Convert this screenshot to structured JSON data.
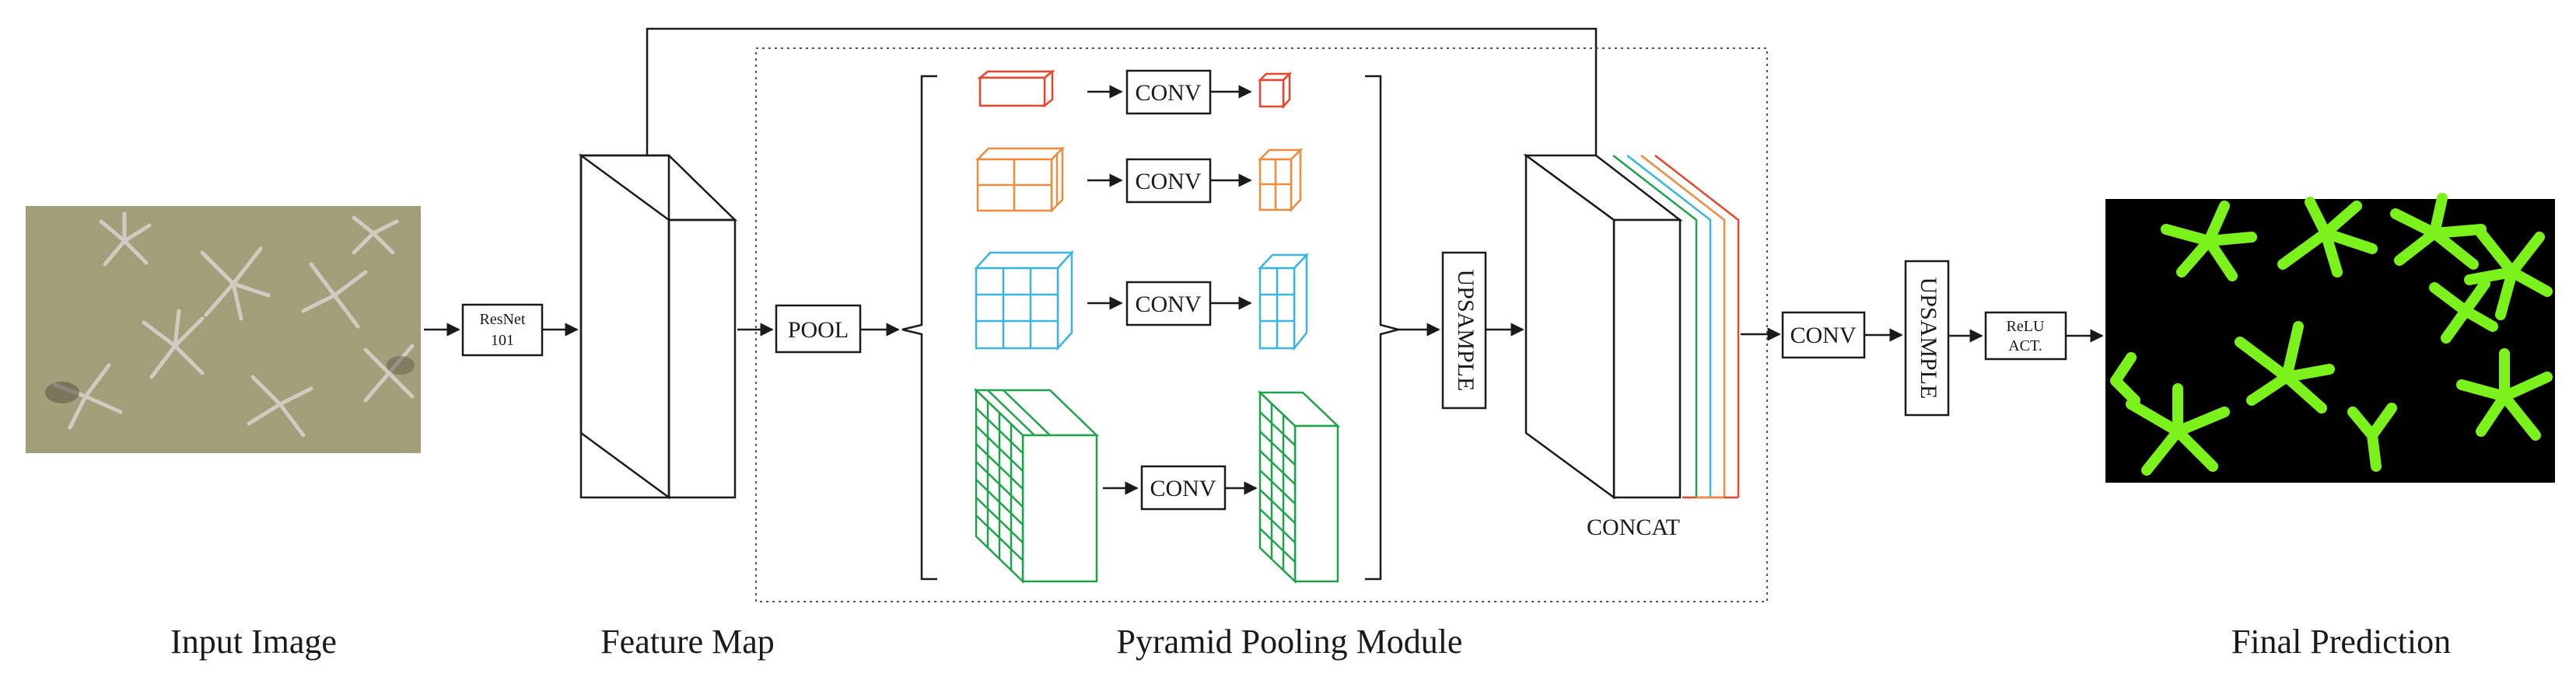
{
  "captions": {
    "input": "Input Image",
    "feature_map": "Feature Map",
    "ppm": "Pyramid Pooling Module",
    "final": "Final Prediction"
  },
  "blocks": {
    "resnet_line1": "ResNet",
    "resnet_line2": "101",
    "pool": "POOL",
    "conv": "CONV",
    "upsample": "UPSAMPLE",
    "concat": "CONCAT",
    "relu_line1": "ReLU",
    "relu_line2": "ACT."
  },
  "colors": {
    "level1": "#e8452c",
    "level2": "#f08a3c",
    "level3": "#39b5e0",
    "level4": "#1fa34a",
    "sand": "#a9a57f",
    "starfish_mask": "#7cf21d",
    "mask_background": "#000000"
  }
}
